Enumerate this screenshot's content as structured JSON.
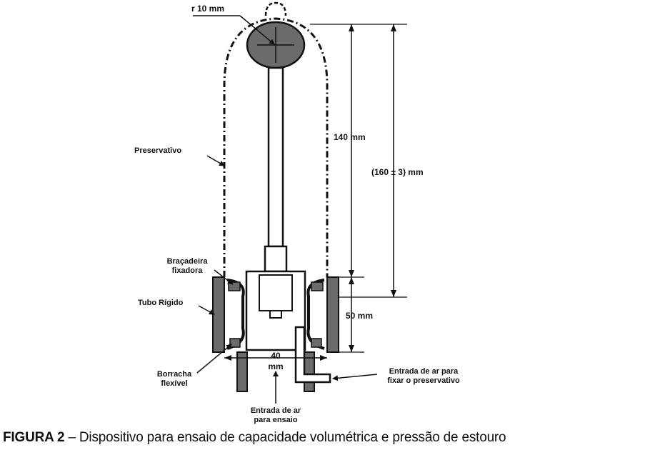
{
  "labels": {
    "radius": "r 10 mm",
    "length_140": "140 mm",
    "length_160": "(160 ± 3) mm",
    "preservativo": "Preservativo",
    "bracadeira_1": "Braçadeira",
    "bracadeira_2": "fixadora",
    "tubo_rigido": "Tubo Rígido",
    "height_50": "50 mm",
    "borracha_1": "Borracha",
    "borracha_2": "flexível",
    "width_40_a": "40",
    "width_40_b": "mm",
    "entrada_fixar_1": "Entrada de ar para",
    "entrada_fixar_2": "fixar o preservativo",
    "entrada_ensaio_1": "Entrada de ar",
    "entrada_ensaio_2": "para ensaio"
  },
  "caption": {
    "number": "FIGURA 2",
    "text": " – Dispositivo para ensaio de capacidade volumétrica e pressão de estouro"
  }
}
